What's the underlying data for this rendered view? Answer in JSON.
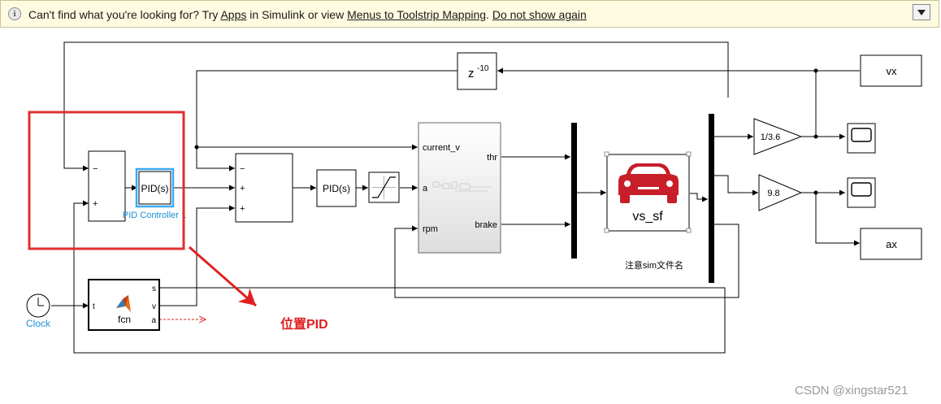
{
  "banner": {
    "prefix": "Can't find what you're looking for? Try ",
    "link_apps": "Apps",
    "middle": " in Simulink or view ",
    "link_mapping": "Menus to Toolstrip Mapping",
    "dot": ". ",
    "link_dismiss": "Do not show again"
  },
  "blocks": {
    "delay_symbol": "z",
    "delay_exponent": "-10",
    "pid_controller_label": "PID(s)",
    "pid_controller_name": "PID Controller 1",
    "pid2_label": "PID(s)",
    "sum_minus": "−",
    "sum_plus": "+",
    "sim_ports_in": [
      "current_v",
      "a",
      "rpm"
    ],
    "sim_ports_out": [
      "thr",
      "brake"
    ],
    "vehicle_name": "vs_sf",
    "vehicle_note": "注意sim文件名",
    "gain1": "1/3.6",
    "gain2": "9.8",
    "out_vx": "vx",
    "out_ax": "ax",
    "fcn_name": "fcn",
    "fcn_in": "t",
    "fcn_out": [
      "s",
      "v",
      "a"
    ],
    "clock_label": "Clock"
  },
  "annotation": {
    "text": "位置PID",
    "color": "#e02020"
  },
  "watermark": "CSDN @xingstar521",
  "colors": {
    "highlight_box": "#e03030",
    "block_selected": "#3fa9f5",
    "vehicle_red": "#c81e2a",
    "label_blue": "#1a8fd6",
    "banner_bg": "#fefbe0"
  }
}
